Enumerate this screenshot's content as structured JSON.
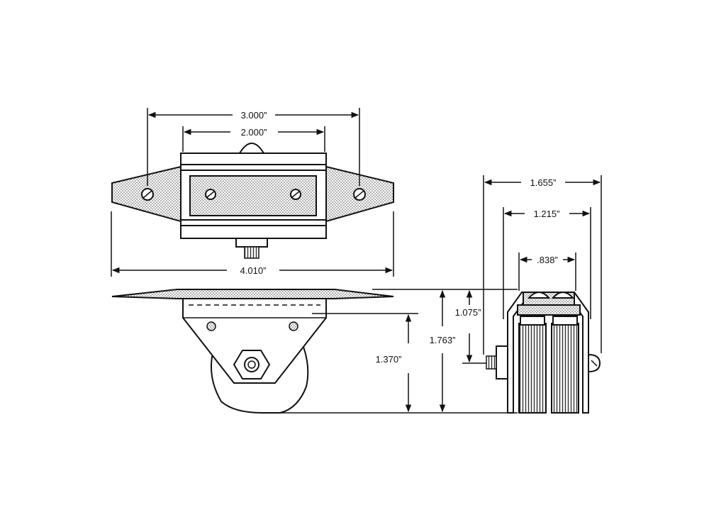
{
  "dimensions": {
    "top_mount_spacing": "3.000”",
    "top_inner_width": "2.000”",
    "overall_length": "4.010”",
    "side_overall_width": "1.655”",
    "side_mid_width": "1.215”",
    "side_inner_width": ".838”",
    "axle_height": "1.075”",
    "overall_height": "1.763”",
    "wheel_height": "1.370”"
  }
}
